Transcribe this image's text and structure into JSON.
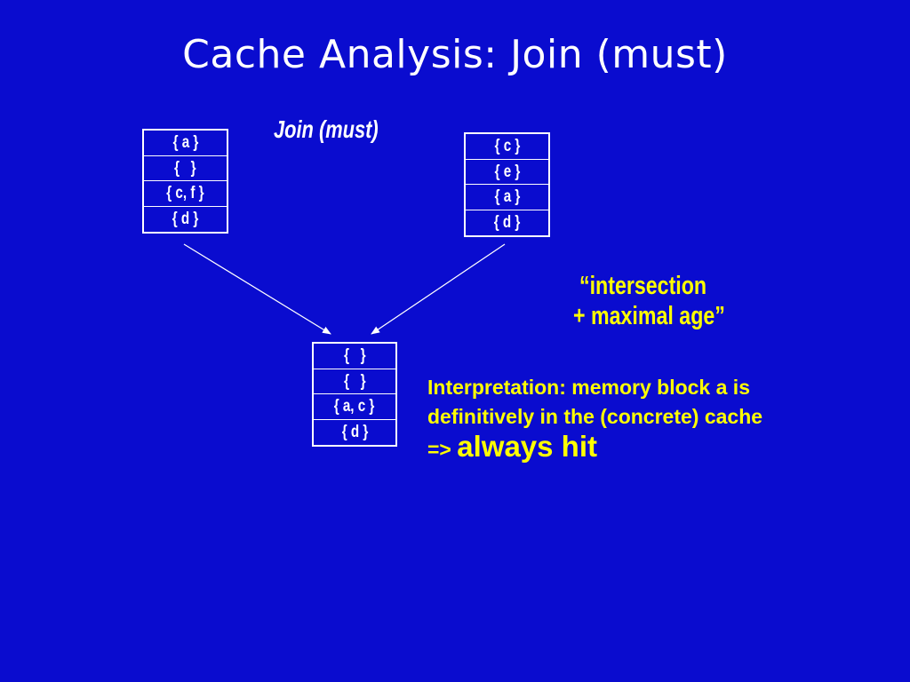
{
  "slide": {
    "title": "Cache Analysis: Join (must)",
    "join_label": "Join (must)"
  },
  "cache_left": [
    "{ a }",
    "{   }",
    "{ c, f }",
    "{ d }"
  ],
  "cache_right": [
    "{ c }",
    "{ e }",
    "{ a }",
    "{ d }"
  ],
  "cache_result": [
    "{   }",
    "{   }",
    "{ a, c }",
    "{ d }"
  ],
  "annotation": {
    "line1": "“intersection",
    "line2": "+ maximal age”"
  },
  "interpretation": {
    "line1": "Interpretation: memory block a is",
    "line2": "definitively in the (concrete) cache",
    "prefix": "=> ",
    "emphasis": "always hit"
  },
  "colors": {
    "background": "#0a0ccf",
    "text": "#ffffff",
    "highlight": "#ffff00"
  }
}
